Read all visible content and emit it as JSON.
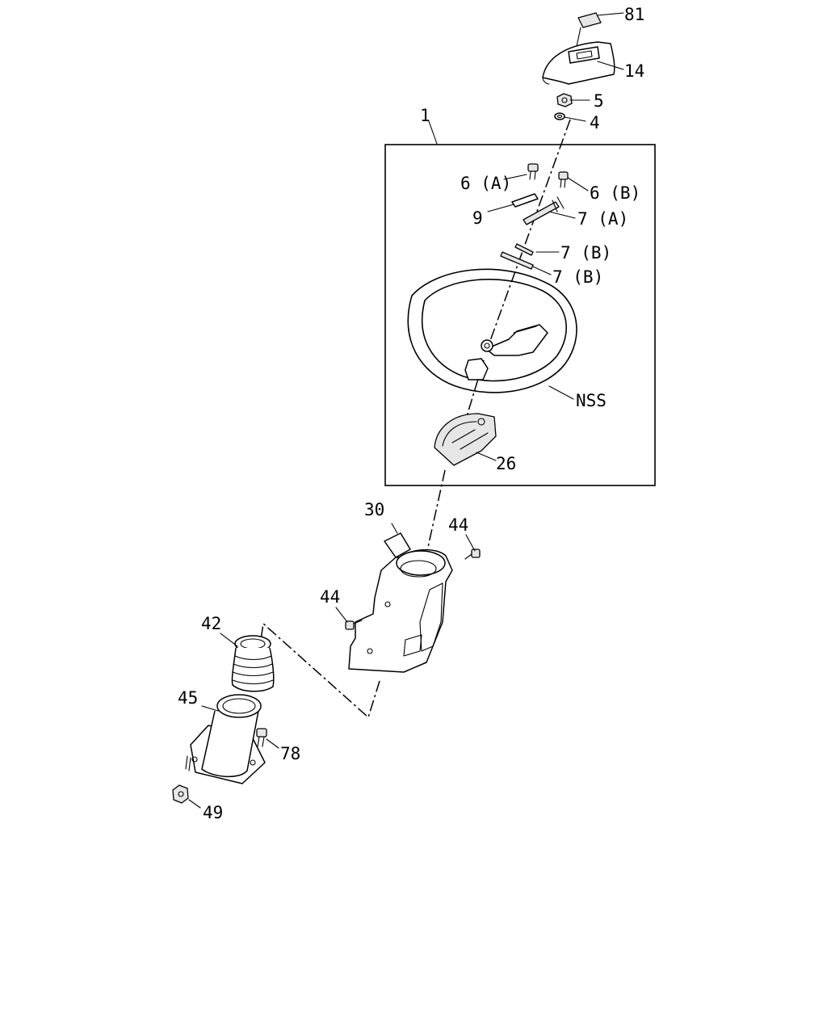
{
  "diagram": {
    "callouts": [
      {
        "id": "c81",
        "text": "81"
      },
      {
        "id": "c14",
        "text": "14"
      },
      {
        "id": "c5",
        "text": "5"
      },
      {
        "id": "c4",
        "text": "4"
      },
      {
        "id": "c1",
        "text": "1"
      },
      {
        "id": "c6a",
        "text": "6 (A)"
      },
      {
        "id": "c6b",
        "text": "6 (B)"
      },
      {
        "id": "c9",
        "text": "9"
      },
      {
        "id": "c7a",
        "text": "7 (A)"
      },
      {
        "id": "c7b1",
        "text": "7 (B)"
      },
      {
        "id": "c7b2",
        "text": "7 (B)"
      },
      {
        "id": "cnss",
        "text": "NSS"
      },
      {
        "id": "c26",
        "text": "26"
      },
      {
        "id": "c30",
        "text": "30"
      },
      {
        "id": "c44a",
        "text": "44"
      },
      {
        "id": "c44b",
        "text": "44"
      },
      {
        "id": "c42",
        "text": "42"
      },
      {
        "id": "c45",
        "text": "45"
      },
      {
        "id": "c78",
        "text": "78"
      },
      {
        "id": "c49",
        "text": "49"
      }
    ]
  }
}
